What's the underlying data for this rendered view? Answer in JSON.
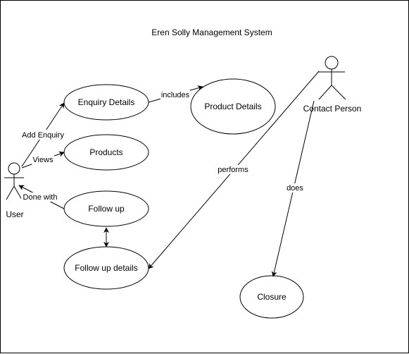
{
  "diagram": {
    "title": "Eren Solly Management System",
    "actors": {
      "user": "User",
      "contact_person": "Contact Person"
    },
    "use_cases": {
      "enquiry_details": "Enquiry Details",
      "product_details": "Product Details",
      "products": "Products",
      "follow_up": "Follow up",
      "follow_up_details": "Follow up details",
      "closure": "Closure"
    },
    "relations": {
      "add_enquiry": "Add Enquiry",
      "views": "Views",
      "done_with": "Done with",
      "includes": "includes",
      "performs": "performs",
      "does": "does"
    }
  }
}
